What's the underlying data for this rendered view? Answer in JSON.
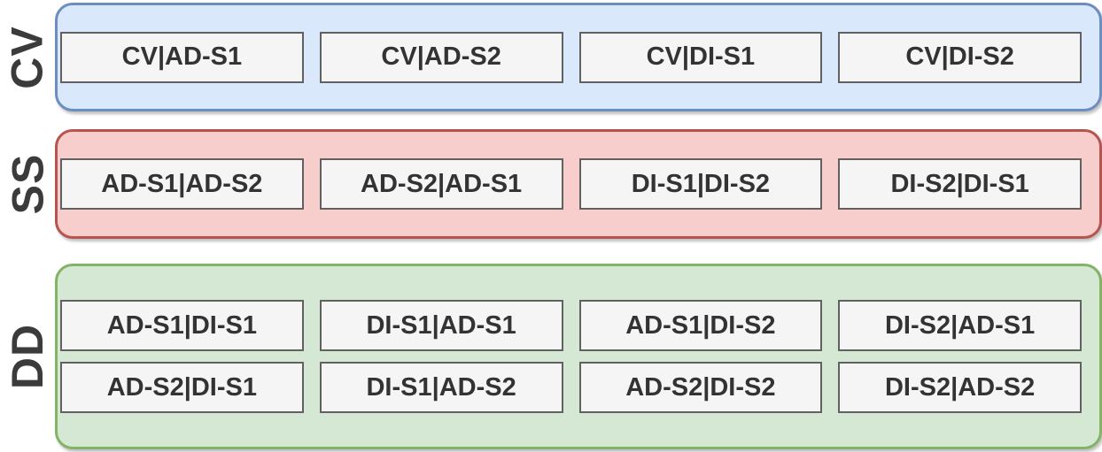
{
  "theme": {
    "page-bg": "#ffffff",
    "label-color": "#3b3b3b",
    "label-bg": "#ffffff",
    "box-fill": "#f5f5f5",
    "box-stroke": "#616161",
    "box-text": "#333333"
  },
  "rows": [
    {
      "label": "CV",
      "fill": "#dae8fc",
      "stroke": "#6c8ebf",
      "boxes": [
        "CV|AD-S1",
        "CV|AD-S2",
        "CV|DI-S1",
        "CV|DI-S2"
      ]
    },
    {
      "label": "SS",
      "fill": "#f8cecc",
      "stroke": "#b85450",
      "boxes": [
        "AD-S1|AD-S2",
        "AD-S2|AD-S1",
        "DI-S1|DI-S2",
        "DI-S2|DI-S1"
      ]
    },
    {
      "label": "DD",
      "fill": "#d5e8d4",
      "stroke": "#82b366",
      "boxes": [
        "AD-S1|DI-S1",
        "DI-S1|AD-S1",
        "AD-S1|DI-S2",
        "DI-S2|AD-S1",
        "AD-S2|DI-S1",
        "DI-S1|AD-S2",
        "AD-S2|DI-S2",
        "DI-S2|AD-S2"
      ]
    }
  ]
}
